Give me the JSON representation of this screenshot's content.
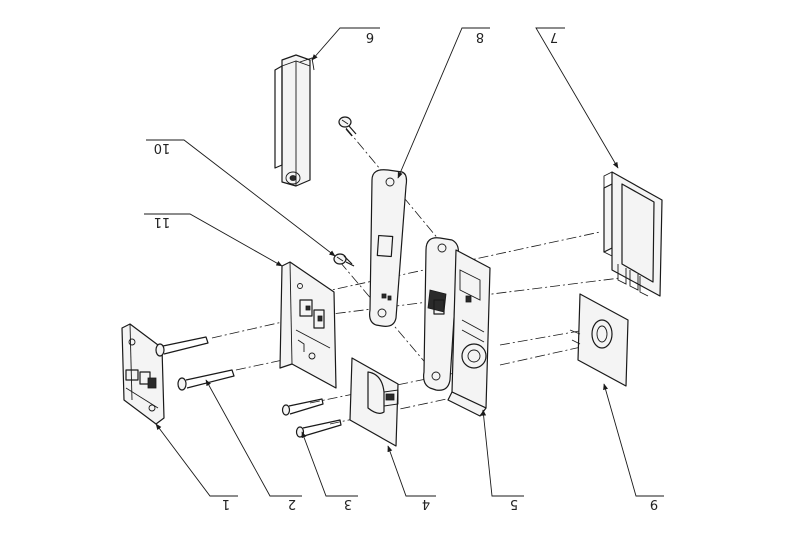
{
  "callouts": [
    {
      "id": "1",
      "label": "1"
    },
    {
      "id": "2",
      "label": "2"
    },
    {
      "id": "3",
      "label": "3"
    },
    {
      "id": "4",
      "label": "4"
    },
    {
      "id": "5",
      "label": "5"
    },
    {
      "id": "6",
      "label": "6"
    },
    {
      "id": "7",
      "label": "7"
    },
    {
      "id": "8",
      "label": "8"
    },
    {
      "id": "9",
      "label": "9"
    },
    {
      "id": "10",
      "label": "10"
    },
    {
      "id": "11",
      "label": "11"
    }
  ],
  "colors": {
    "line": "#1a1a1a",
    "fill": "#f4f4f4",
    "background": "#ffffff"
  }
}
